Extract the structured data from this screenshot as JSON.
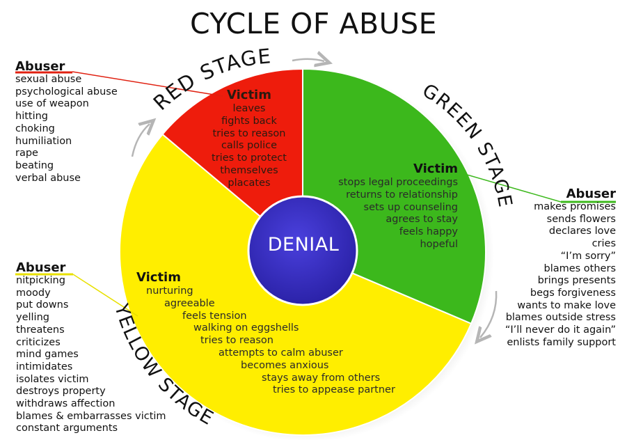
{
  "title": "CYCLE OF ABUSE",
  "center_label": "DENIAL",
  "stages": {
    "red": {
      "name": "RED STAGE",
      "color": "#ee1c0c",
      "victim": {
        "heading": "Victim",
        "items": [
          "leaves",
          "fights back",
          "tries to reason",
          "calls police",
          "tries to protect",
          "themselves",
          "placates"
        ]
      },
      "abuser": {
        "heading": "Abuser",
        "items": [
          "sexual abuse",
          "psychological abuse",
          "use of weapon",
          "hitting",
          "choking",
          "humiliation",
          "rape",
          "beating",
          "verbal abuse"
        ]
      }
    },
    "green": {
      "name": "GREEN STAGE",
      "color": "#3cb81c",
      "victim": {
        "heading": "Victim",
        "items": [
          "stops legal proceedings",
          "returns to relationship",
          "sets up counseling",
          "agrees to stay",
          "feels happy",
          "hopeful"
        ]
      },
      "abuser": {
        "heading": "Abuser",
        "items": [
          "makes promises",
          "sends flowers",
          "declares love",
          "cries",
          "“I’m sorry”",
          "blames others",
          "brings presents",
          "begs forgiveness",
          "wants to make love",
          "blames outside stress",
          "“I’ll never do it again”",
          "enlists family support"
        ]
      }
    },
    "yellow": {
      "name": "YELLOW STAGE",
      "color": "#ffee00",
      "victim": {
        "heading": "Victim",
        "items": [
          "nurturing",
          "agreeable",
          "feels tension",
          "walking on eggshells",
          "tries to reason",
          "attempts to calm abuser",
          "becomes anxious",
          "stays away from others",
          "tries to appease partner"
        ]
      },
      "abuser": {
        "heading": "Abuser",
        "items": [
          "nitpicking",
          "moody",
          "put downs",
          "yelling",
          "threatens",
          "criticizes",
          "mind games",
          "intimidates",
          "isolates victim",
          "destroys property",
          "withdraws affection",
          "blames & embarrasses victim",
          "constant arguments"
        ]
      }
    }
  },
  "center_color": "#3c31c8"
}
